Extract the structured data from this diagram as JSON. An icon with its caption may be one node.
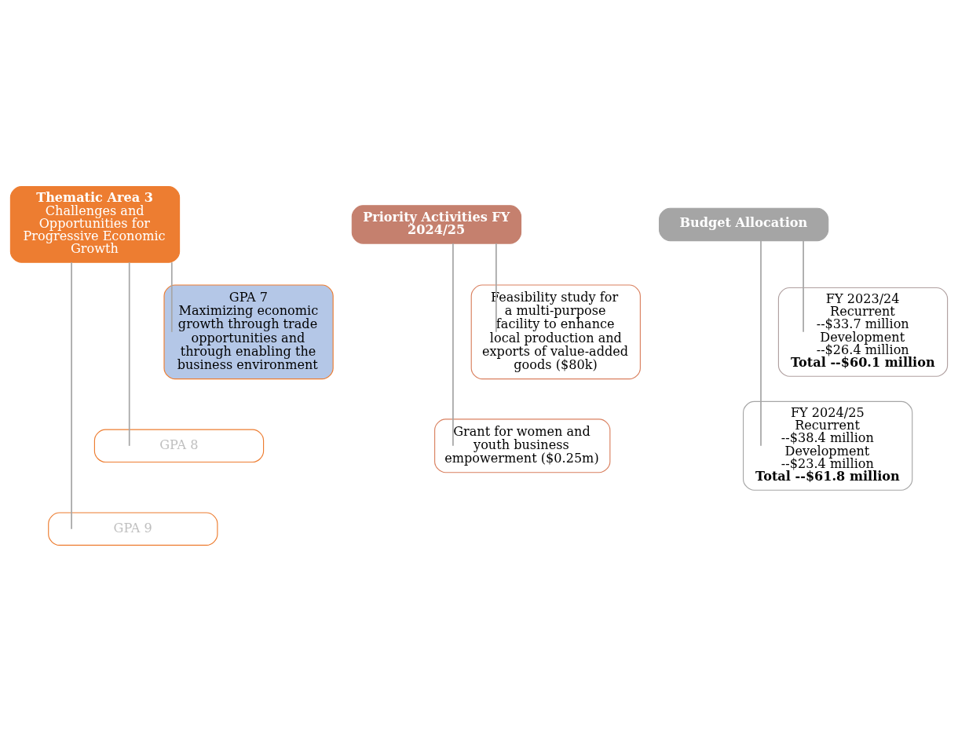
{
  "diagram": {
    "nodes": [
      {
        "text": [
          "Thematic Area 3",
          "Challenges and Opportunities for Progressive Economic Growth"
        ]
      },
      {
        "text": [
          "GPA 7",
          "Maximizing economic growth through trade opportunities and through enabling the business environment"
        ]
      },
      {
        "text": [
          "GPA 8"
        ]
      },
      {
        "text": [
          "GPA 9"
        ]
      },
      {
        "text": [
          "Priority Activities FY 2024/25"
        ]
      },
      {
        "text": [
          "Feasibility study for a multi-purpose facility to enhance local production and exports of value-added goods ($80k)"
        ]
      },
      {
        "text": [
          "Grant for women and youth business empowerment ($0.25m)"
        ]
      },
      {
        "text": [
          "Budget Allocation"
        ]
      },
      {
        "text": [
          "FY 2023/24",
          "Recurrent",
          "--$33.7 million",
          "Development",
          "--$26.4 million",
          "Total --$60.1 million"
        ]
      },
      {
        "text": [
          "FY 2024/25",
          "Recurrent",
          "--$38.4 million",
          "Development",
          "--$23.4 million",
          "Total --$61.8 million"
        ]
      }
    ],
    "edges": [
      {
        "from": 0,
        "to": 1,
        "arrow": "none"
      },
      {
        "from": 0,
        "to": 2,
        "arrow": "none"
      },
      {
        "from": 0,
        "to": 3,
        "arrow": "none"
      },
      {
        "from": 4,
        "to": 5,
        "arrow": "none"
      },
      {
        "from": 4,
        "to": 6,
        "arrow": "none"
      },
      {
        "from": 7,
        "to": 8,
        "arrow": "none"
      },
      {
        "from": 7,
        "to": 9,
        "arrow": "none"
      }
    ]
  }
}
